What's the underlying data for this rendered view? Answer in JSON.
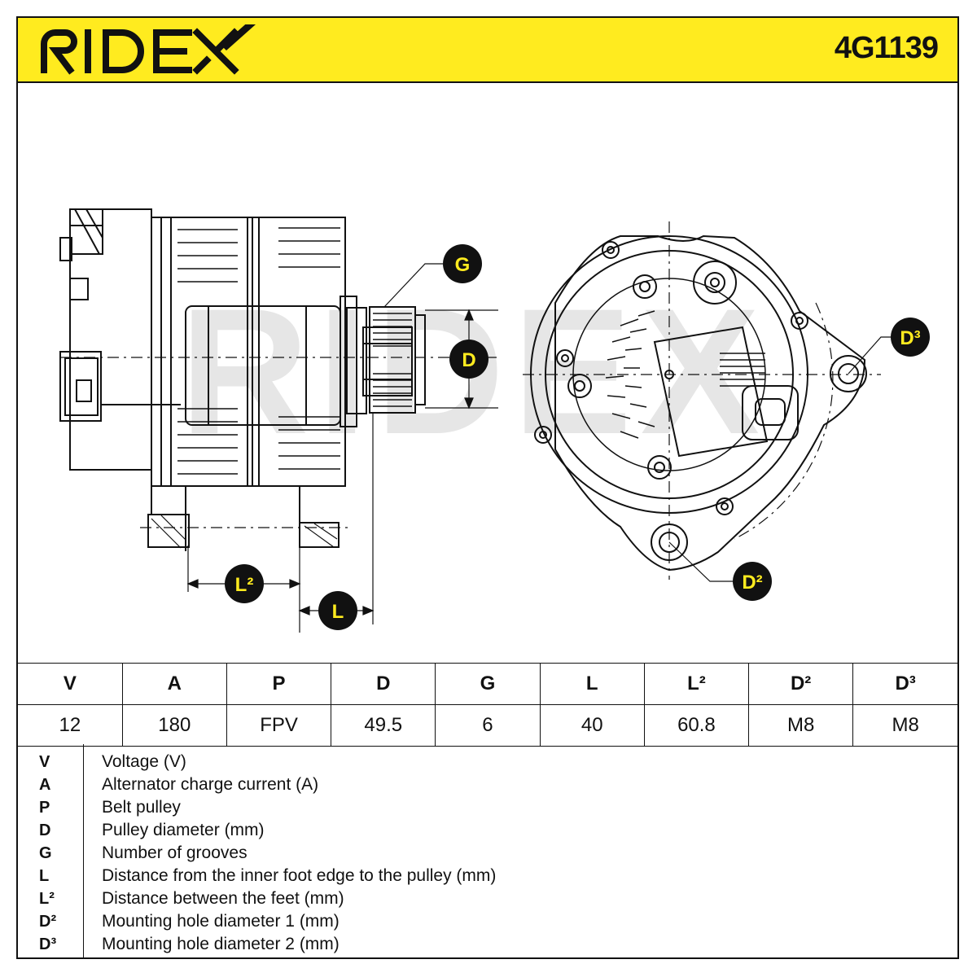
{
  "brand": "RIDEX",
  "part_number": "4G1139",
  "watermark": "RIDEX",
  "callouts": {
    "g": "G",
    "d": "D",
    "l": "L",
    "l2": "L²",
    "d2": "D²",
    "d3": "D³"
  },
  "colors": {
    "accent_yellow": "#ffeb1f",
    "line": "#111111",
    "watermark": "#e6e6e6"
  },
  "specs": {
    "headers": [
      "V",
      "A",
      "P",
      "D",
      "G",
      "L",
      "L²",
      "D²",
      "D³"
    ],
    "values": [
      "12",
      "180",
      "FPV",
      "49.5",
      "6",
      "40",
      "60.8",
      "M8",
      "M8"
    ]
  },
  "legend": [
    {
      "symbol": "V",
      "text": "Voltage (V)"
    },
    {
      "symbol": "A",
      "text": "Alternator charge current (A)"
    },
    {
      "symbol": "P",
      "text": "Belt pulley"
    },
    {
      "symbol": "D",
      "text": "Pulley diameter (mm)"
    },
    {
      "symbol": "G",
      "text": "Number of grooves"
    },
    {
      "symbol": "L",
      "text": "Distance from the inner foot edge to the pulley (mm)"
    },
    {
      "symbol": "L²",
      "text": "Distance between the feet (mm)"
    },
    {
      "symbol": "D²",
      "text": "Mounting hole diameter 1 (mm)"
    },
    {
      "symbol": "D³",
      "text": "Mounting hole diameter 2 (mm)"
    }
  ]
}
